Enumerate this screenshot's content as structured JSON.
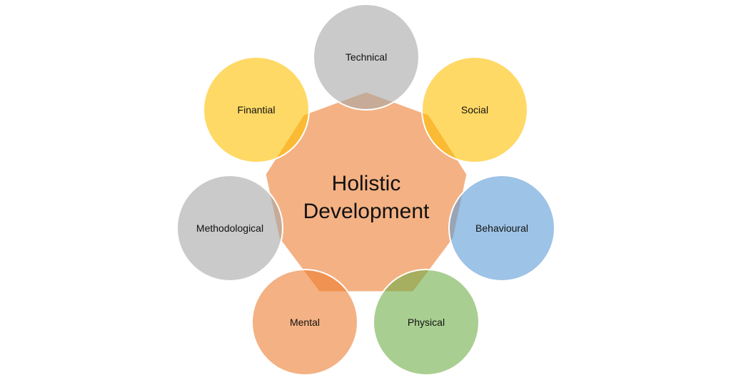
{
  "center": {
    "line1": "Holistic",
    "line2": "Development",
    "color": "#ed7d31"
  },
  "nodes": [
    {
      "label": "Technical",
      "color": "#a6a6a6"
    },
    {
      "label": "Social",
      "color": "#ffc000"
    },
    {
      "label": "Behavioural",
      "color": "#5b9bd5"
    },
    {
      "label": "Physical",
      "color": "#70ad47"
    },
    {
      "label": "Mental",
      "color": "#ed7d31"
    },
    {
      "label": "Methodological",
      "color": "#a6a6a6"
    },
    {
      "label": "Finantial",
      "color": "#ffc000"
    }
  ]
}
